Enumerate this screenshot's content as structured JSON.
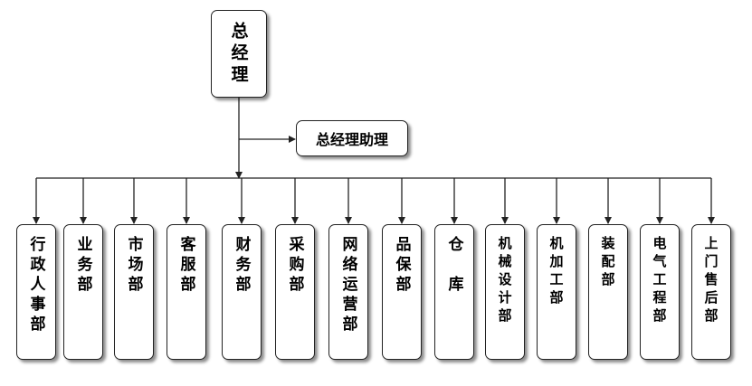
{
  "root": {
    "label": "总经理"
  },
  "assistant": {
    "label": "总经理助理"
  },
  "departments": [
    {
      "label": "行政人事部"
    },
    {
      "label": "业务部"
    },
    {
      "label": "市场部"
    },
    {
      "label": "客服部"
    },
    {
      "label": "财务部"
    },
    {
      "label": "采购部"
    },
    {
      "label": "网络运营部"
    },
    {
      "label": "品保部"
    },
    {
      "label": "仓　库"
    },
    {
      "label": "机械设计部"
    },
    {
      "label": "机加工部"
    },
    {
      "label": "装配部"
    },
    {
      "label": "电气工程部"
    },
    {
      "label": "上门售后部"
    }
  ],
  "colors": {
    "line": "#222222",
    "box_border": "#222222",
    "background": "#ffffff"
  }
}
